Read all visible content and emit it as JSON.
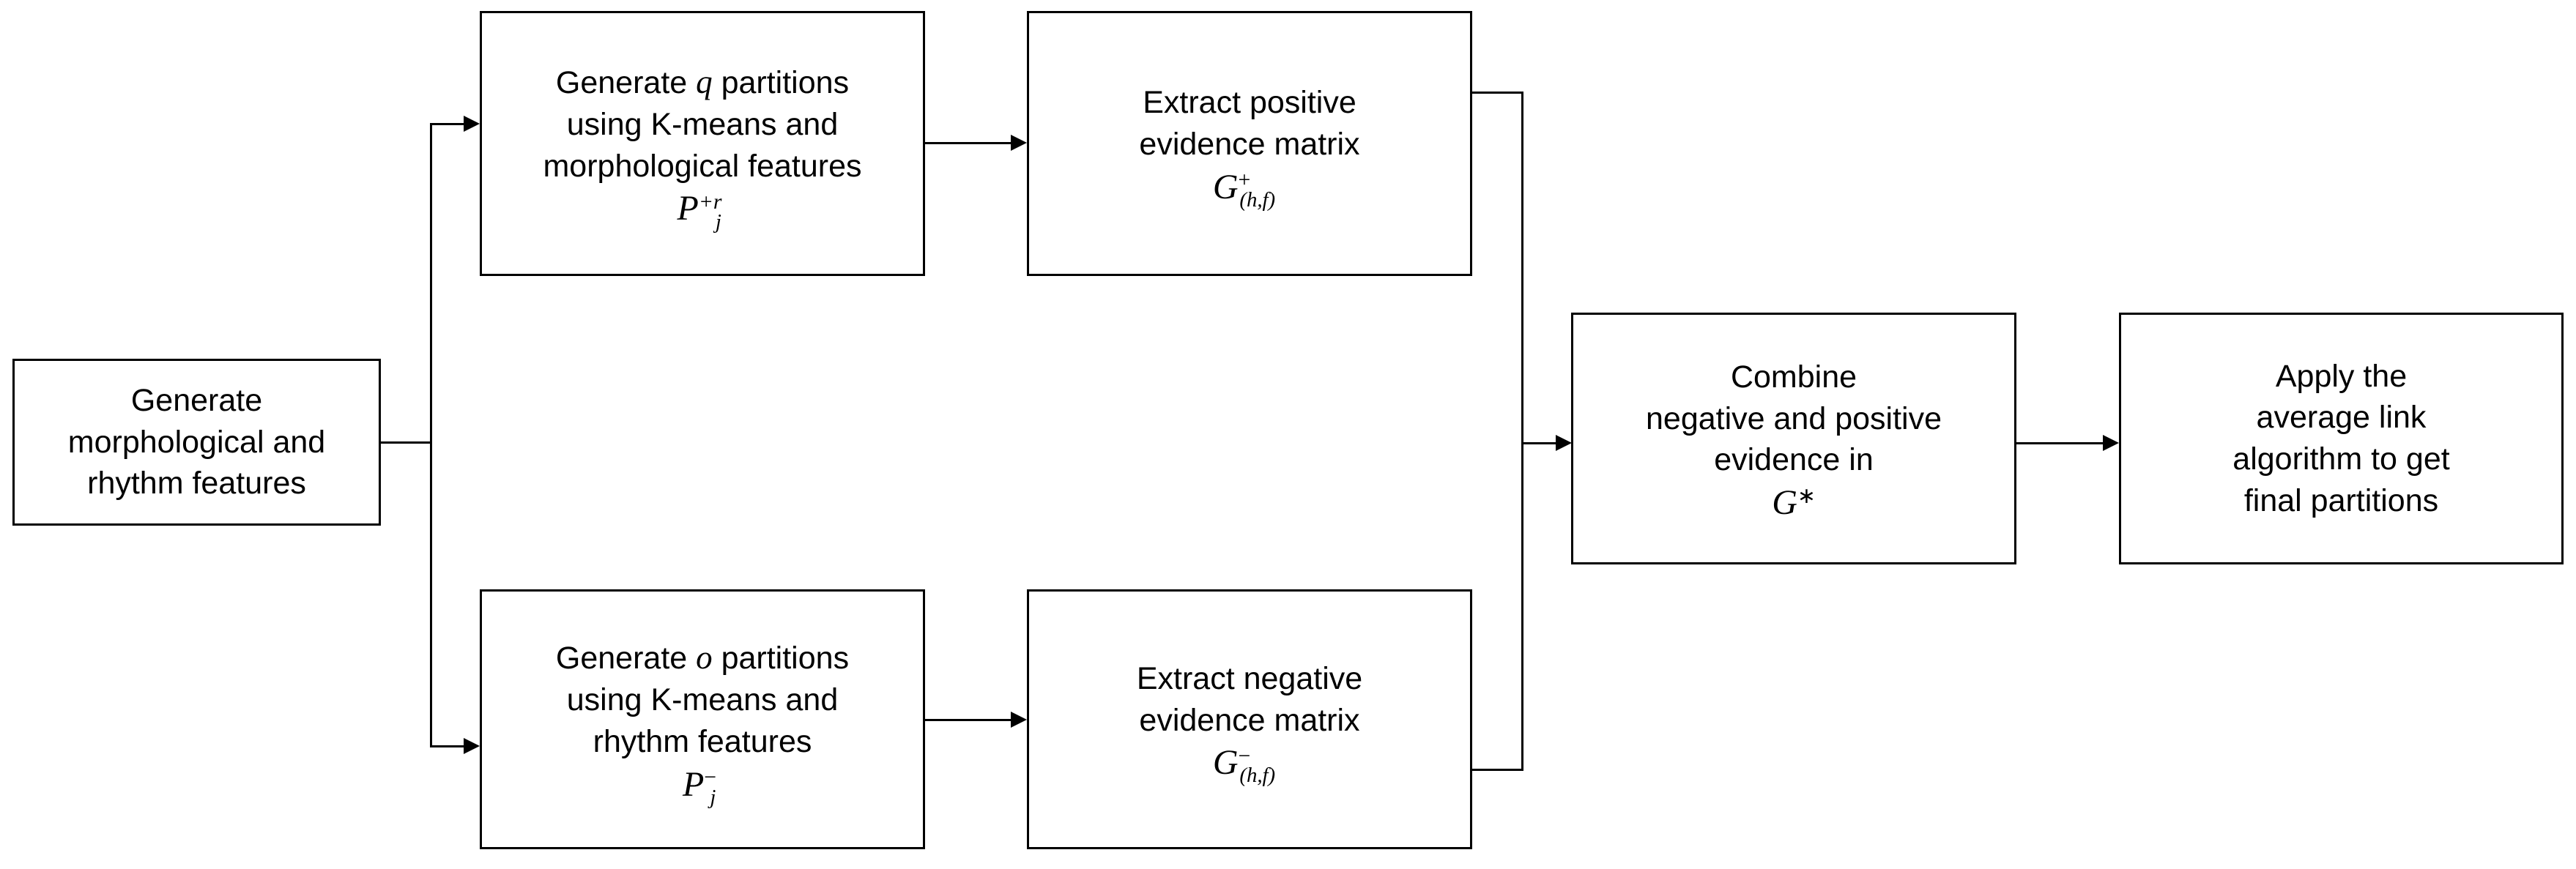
{
  "diagram": {
    "title": "Cluster ensemble flowchart with positive and negative evidence accumulation",
    "background_color": "#ffffff",
    "line_color": "#000000",
    "nodes": {
      "generate_features": {
        "id": "A",
        "lines": [
          "Generate",
          "morphological and",
          "rhythm features"
        ],
        "formula": ""
      },
      "generate_q_partitions": {
        "id": "B",
        "line1_pre": "Generate ",
        "line1_var": "q",
        "line1_post": " partitions",
        "line2": "using K-means and",
        "line3": "morphological features",
        "formula_base": "P",
        "formula_sup": "+r",
        "formula_sub": "j"
      },
      "extract_positive": {
        "id": "C",
        "lines": [
          "Extract positive",
          "evidence matrix"
        ],
        "formula_base": "G",
        "formula_sup": "+",
        "formula_sub": "(h,f)"
      },
      "generate_o_partitions": {
        "id": "D",
        "line1_pre": "Generate ",
        "line1_var": "o",
        "line1_post": " partitions",
        "line2": "using K-means and",
        "line3": "rhythm features",
        "formula_base": "P",
        "formula_sup": "−",
        "formula_sub": "j"
      },
      "extract_negative": {
        "id": "E",
        "lines": [
          "Extract negative",
          "evidence matrix"
        ],
        "formula_base": "G",
        "formula_sup": "−",
        "formula_sub": "(h,f)"
      },
      "combine_evidence": {
        "id": "F",
        "lines": [
          "Combine",
          "negative and positive",
          "evidence in"
        ],
        "formula_base": "G",
        "formula_sup": "∗",
        "formula_sub": ""
      },
      "average_link": {
        "id": "G",
        "lines": [
          "Apply the",
          "average link",
          "algorithm to get",
          "final partitions"
        ],
        "formula": ""
      }
    },
    "edges": [
      {
        "name": "features-to-split",
        "from": "generate_features",
        "to": "split-junction"
      },
      {
        "name": "split-to-q-partitions",
        "from": "split-junction",
        "to": "generate_q_partitions"
      },
      {
        "name": "split-to-o-partitions",
        "from": "split-junction",
        "to": "generate_o_partitions"
      },
      {
        "name": "q-partitions-to-positive",
        "from": "generate_q_partitions",
        "to": "extract_positive"
      },
      {
        "name": "o-partitions-to-negative",
        "from": "generate_o_partitions",
        "to": "extract_negative"
      },
      {
        "name": "positive-to-merge",
        "from": "extract_positive",
        "to": "merge-junction"
      },
      {
        "name": "negative-to-merge",
        "from": "extract_negative",
        "to": "merge-junction"
      },
      {
        "name": "merge-to-combine",
        "from": "merge-junction",
        "to": "combine_evidence"
      },
      {
        "name": "combine-to-average-link",
        "from": "combine_evidence",
        "to": "average_link"
      }
    ]
  }
}
